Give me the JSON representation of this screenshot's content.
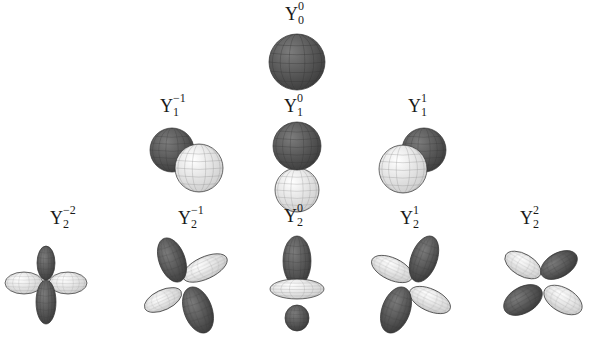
{
  "diagram": {
    "labels": [
      "Y",
      "0",
      "0",
      "Y",
      "−1",
      "1",
      "Y",
      "0",
      "1",
      "Y",
      "1",
      "1",
      "Y",
      "−2",
      "2",
      "Y",
      "−1",
      "2",
      "Y",
      "0",
      "2",
      "Y",
      "1",
      "2",
      "Y",
      "2",
      "2"
    ]
  }
}
